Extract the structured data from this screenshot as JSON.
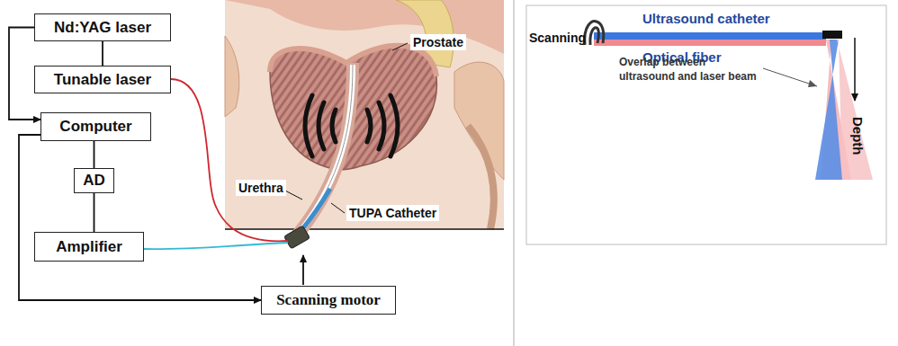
{
  "diagram": {
    "nodes": [
      {
        "text": [
          "Nd:YAG laser"
        ]
      },
      {
        "text": [
          "Tunable laser"
        ]
      },
      {
        "text": [
          "Computer"
        ]
      },
      {
        "text": [
          "AD"
        ]
      },
      {
        "text": [
          "Amplifier"
        ]
      },
      {
        "text": [
          "Scanning motor"
        ]
      }
    ],
    "edges": [
      {
        "from": 0,
        "to": 1,
        "arrow": "none"
      },
      {
        "from": 0,
        "to": 2,
        "arrow": "to"
      },
      {
        "from": 2,
        "to": 3,
        "arrow": "none"
      },
      {
        "from": 3,
        "to": 4,
        "arrow": "none"
      },
      {
        "from": 2,
        "to": 5,
        "arrow": "to"
      }
    ],
    "labels": [
      "Prostate",
      "Urethra",
      "TUPA Catheter",
      "Scanning",
      "Ultrasound catheter",
      "Optical fiber",
      "Overlap between ultrasound and laser beam",
      "Depth"
    ]
  }
}
